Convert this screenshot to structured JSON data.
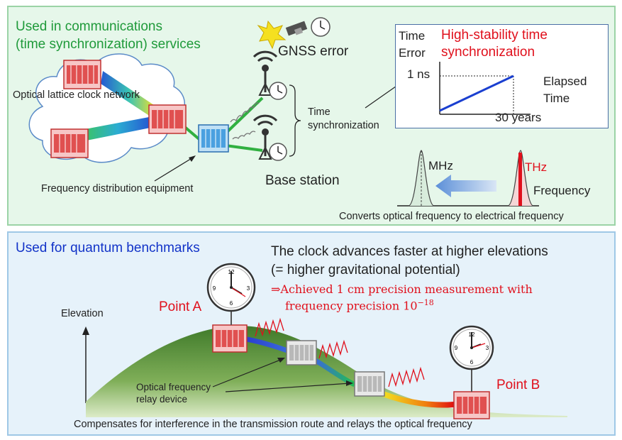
{
  "top": {
    "title_line1": "Used in communications",
    "title_line2": "(time synchronization) services",
    "gnss_error": "GNSS error",
    "network_label": "Optical lattice clock network",
    "freq_dist_label": "Frequency distribution  equipment",
    "base_station": "Base station",
    "time_sync_line1": "Time",
    "time_sync_line2": "synchronization",
    "converts_caption": "Converts optical frequency to electrical frequency"
  },
  "time_chart": {
    "y_label_line1": "Time",
    "y_label_line2": "Error",
    "title_line1": "High-stability time",
    "title_line2": "synchronization",
    "value_label": "1 ns",
    "x_label_line1": "Elapsed",
    "x_label_line2": "Time",
    "x_value_label": "30 years"
  },
  "spectrum": {
    "low_label": "MHz",
    "high_label": "THz",
    "axis_label": "Frequency"
  },
  "bottom": {
    "title": "Used for quantum benchmarks",
    "headline_line1": "The clock advances faster at higher elevations",
    "headline_line2": "(= higher gravitational potential)",
    "achieved_line1": "⇒Achieved 1 cm precision measurement with",
    "achieved_line2_main": "frequency precision 10",
    "achieved_exponent": "−18",
    "point_a": "Point A",
    "point_b": "Point B",
    "elevation_label": "Elevation",
    "relay_line1": "Optical frequency",
    "relay_line2": "relay device",
    "caption": "Compensates for interference in the transmission route and relays the optical frequency"
  },
  "colors": {
    "green_title": "#1f9a3a",
    "blue_title": "#1233c8",
    "accent_red": "#e0101c",
    "chart_line": "#1a3fd0"
  },
  "icons": [
    "optical-lattice-clock-icon",
    "frequency-distribution-equipment-icon",
    "antenna-icon",
    "clock-icon",
    "satellite-icon",
    "relay-device-icon",
    "hill-illustration"
  ]
}
